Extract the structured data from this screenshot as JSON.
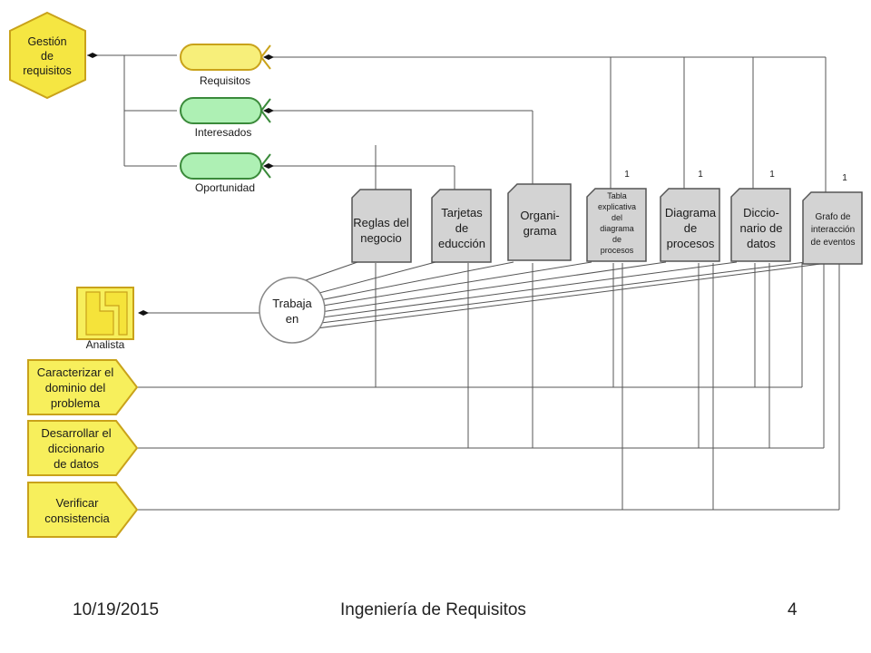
{
  "diagram": {
    "goal": [
      "Gestión",
      "de",
      "requisitos"
    ],
    "pills": {
      "requisitos": "Requisitos",
      "interesados": "Interesados",
      "oportunidad": "Oportunidad"
    },
    "documents": {
      "reglas": [
        "Reglas del",
        "negocio"
      ],
      "tarjetas": [
        "Tarjetas",
        "de",
        "educción"
      ],
      "organigrama": [
        "Organi-",
        "grama"
      ],
      "tabla": [
        "Tabla",
        "explicativa",
        "del",
        "diagrama",
        "de",
        "procesos"
      ],
      "diagrama": [
        "Diagrama",
        "de",
        "procesos"
      ],
      "diccionario": [
        "Diccio-",
        "nario de",
        "datos"
      ],
      "grafo": [
        "Grafo de",
        "interacción",
        "de eventos"
      ]
    },
    "multiplicity": "1",
    "actor": "Analista",
    "relation": [
      "Trabaja",
      "en"
    ],
    "processes": {
      "caracterizar": [
        "Caracterizar el",
        "dominio del",
        "problema"
      ],
      "desarrollar": [
        "Desarrollar el",
        "diccionario",
        "de datos"
      ],
      "verificar": [
        "Verificar",
        "consistencia"
      ]
    }
  },
  "footer": {
    "date": "10/19/2015",
    "title": "Ingeniería de Requisitos",
    "page": "4"
  },
  "colors": {
    "goal_fill": "#f5e642",
    "goal_stroke": "#c9a21a",
    "pill_yellow": "#f7ef7a",
    "pill_green": "#aef0b4",
    "pill_green_stroke": "#3a8a3a",
    "doc_fill": "#d3d3d3",
    "doc_stroke": "#555555",
    "process_fill": "#f7ef5c",
    "process_stroke": "#c9a21a",
    "line": "#555555"
  }
}
